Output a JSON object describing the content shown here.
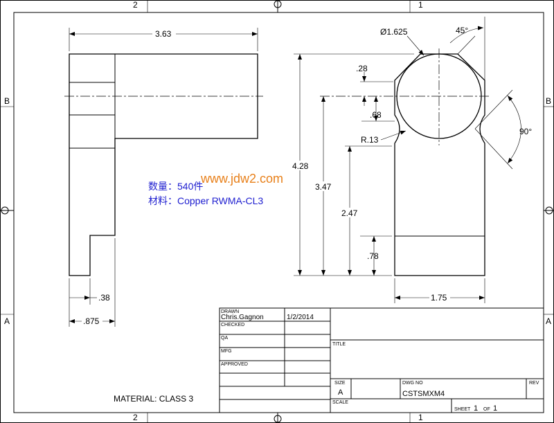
{
  "border": {
    "zones_top": [
      "2",
      "1"
    ],
    "zones_bottom": [
      "2",
      "1"
    ],
    "zones_left": [
      "B",
      "A"
    ],
    "zones_right": [
      "B",
      "A"
    ]
  },
  "dimensions": {
    "width_side": "3.63",
    "diameter": "Ø1.625",
    "chamfer_angle": "45°",
    "v_angle": "90°",
    "d_028": ".28",
    "d_068": ".68",
    "radius": "R.13",
    "overall_height": "4.28",
    "d_347": "3.47",
    "d_247": "2.47",
    "d_078": ".78",
    "width_front": "1.75",
    "d_038": ".38",
    "d_0875": ".875"
  },
  "notes": {
    "quantity": "数量：540件",
    "material_cn": "材料：Copper RWMA-CL3",
    "watermark": "www.jdw2.com",
    "material": "MATERIAL: CLASS 3"
  },
  "title_block": {
    "drawn_label": "DRAWN",
    "drawn_by": "Chris.Gagnon",
    "drawn_date": "1/2/2014",
    "checked_label": "CHECKED",
    "qa_label": "QA",
    "mfg_label": "MFG",
    "approved_label": "APPROVED",
    "title_label": "TITLE",
    "size_label": "SIZE",
    "size_value": "A",
    "dwg_no_label": "DWG NO",
    "dwg_no_value": "CSTSMXM4",
    "rev_label": "REV",
    "scale_label": "SCALE",
    "sheet_label": "SHEET",
    "sheet_num": "1",
    "of_label": "OF",
    "sheet_total": "1"
  }
}
